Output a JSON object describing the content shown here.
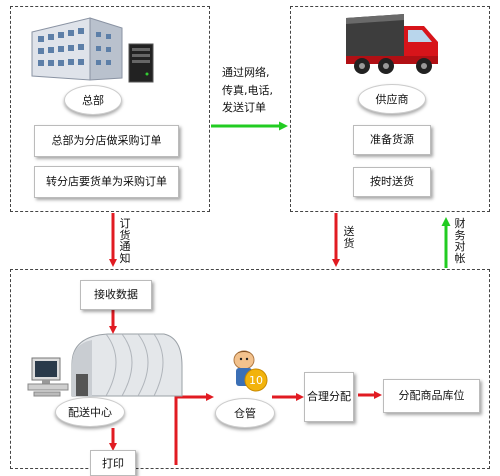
{
  "headquarters": {
    "label": "总部",
    "tasks": [
      "总部为分店做采购订单",
      "转分店要货单为采购订单"
    ]
  },
  "supplier": {
    "label": "供应商",
    "tasks": [
      "准备货源",
      "按时送货"
    ]
  },
  "channel_label": "通过网络,传真,电话,发送订单",
  "order_notice_label": "订货通知",
  "delivery_label": "送货",
  "reconcile_label": "财务对帐",
  "distribution": {
    "receive_data": "接收数据",
    "center_label": "配送中心",
    "warehouse_label": "仓管",
    "allocate_label": "合理分配",
    "location_label": "分配商品库位",
    "print_label": "打印"
  },
  "colors": {
    "red_arrow": "#e11b22",
    "green_arrow": "#22cc22",
    "truck": "#d7141a"
  }
}
